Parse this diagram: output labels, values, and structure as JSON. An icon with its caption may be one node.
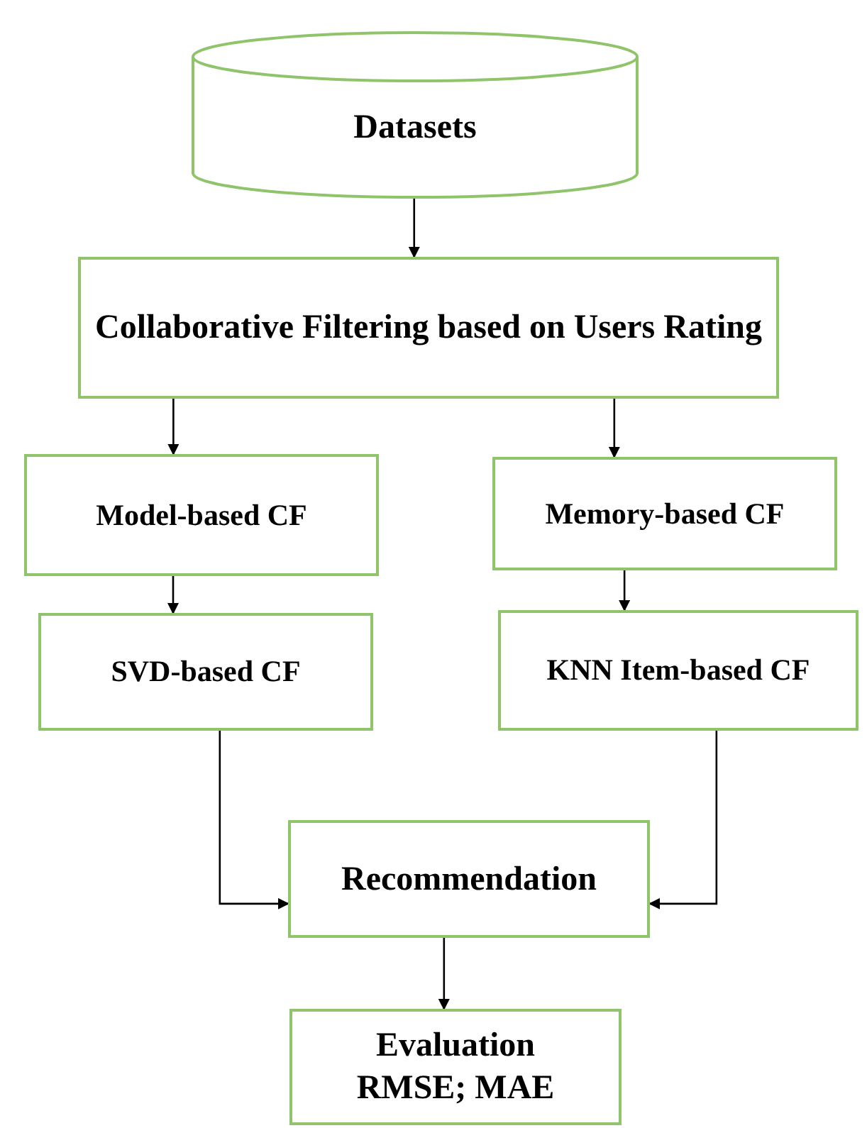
{
  "diagram": {
    "nodes": [
      {
        "text": [
          "Datasets"
        ]
      },
      {
        "text": [
          "Collaborative Filtering based on Users Rating"
        ]
      },
      {
        "text": [
          "Model-based CF"
        ]
      },
      {
        "text": [
          "Memory-based CF"
        ]
      },
      {
        "text": [
          "SVD-based CF"
        ]
      },
      {
        "text": [
          "KNN Item-based CF"
        ]
      },
      {
        "text": [
          "Recommendation"
        ]
      },
      {
        "text": [
          "Evaluation",
          "RMSE; MAE"
        ]
      }
    ],
    "edges": [
      {
        "from": 0,
        "to": 1,
        "arrow": "to"
      },
      {
        "from": 1,
        "to": 2,
        "arrow": "to"
      },
      {
        "from": 1,
        "to": 3,
        "arrow": "to"
      },
      {
        "from": 2,
        "to": 4,
        "arrow": "to"
      },
      {
        "from": 3,
        "to": 5,
        "arrow": "to"
      },
      {
        "from": 4,
        "to": 6,
        "arrow": "to"
      },
      {
        "from": 5,
        "to": 6,
        "arrow": "to"
      },
      {
        "from": 6,
        "to": 7,
        "arrow": "to"
      }
    ]
  }
}
